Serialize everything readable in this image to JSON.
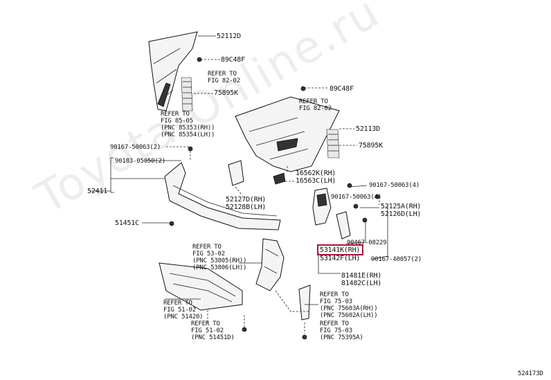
{
  "watermark": "Toyota-Online.ru",
  "figure_code": "524173D",
  "parts": {
    "p52112D": "52112D",
    "p89C48F_a": "89C48F",
    "refer_82_02_a_1": "REFER TO",
    "refer_82_02_a_2": "FIG 82-02",
    "p75895K_a": "75895K",
    "refer_85_05_1": "REFER TO",
    "refer_85_05_2": "FIG 85-05",
    "refer_85_05_3": "(PNC 85353(RH))",
    "refer_85_05_4": "(PNC 85354(LH))",
    "p89C48F_b": "89C48F",
    "refer_82_02_b_1": "REFER TO",
    "refer_82_02_b_2": "FIG 82-02",
    "p52113D": "52113D",
    "p75895K_b": "75895K",
    "p90167_50063_2": "90167-50063(2)",
    "p90183_05050_2": "90183-05050(2)",
    "p52411": "52411",
    "p51451C": "51451C",
    "p16562K": "16562K(RH)",
    "p16563C": "16563C(LH)",
    "p52127D": "52127D(RH)",
    "p52128B": "52128B(LH)",
    "p90167_50063_4": "90167-50063(4)",
    "p90167_50063_4b": "90167-50063(4)",
    "p52125A": "52125A(RH)",
    "p52126D": "52126D(LH)",
    "p90467_08229": "90467-08229",
    "p53141K": "53141K(RH)",
    "p53142F": "53142F(LH)",
    "p90167_40057": "90167-40057(2)",
    "p81481E": "81481E(RH)",
    "p81482C": "81482C(LH)",
    "refer_53_02_1": "REFER TO",
    "refer_53_02_2": "FIG 53-02",
    "refer_53_02_3": "(PNC 53805(RH))",
    "refer_53_02_4": "(PNC 53806(LH))",
    "refer_75_03_a_1": "REFER TO",
    "refer_75_03_a_2": "FIG 75-03",
    "refer_75_03_a_3": "(PNC 75603A(RH))",
    "refer_75_03_a_4": "(PNC 75602A(LH))",
    "refer_51_02_a_1": "REFER TO",
    "refer_51_02_a_2": "FIG 51-02",
    "refer_51_02_a_3": "(PNC 51420)",
    "refer_51_02_b_1": "REFER TO",
    "refer_51_02_b_2": "FIG 51-02",
    "refer_51_02_b_3": "(PNC 51451D)",
    "refer_75_03_b_1": "REFER TO",
    "refer_75_03_b_2": "FIG 75-03",
    "refer_75_03_b_3": "(PNC 75395A)"
  },
  "highlight_color": "#b0103a"
}
